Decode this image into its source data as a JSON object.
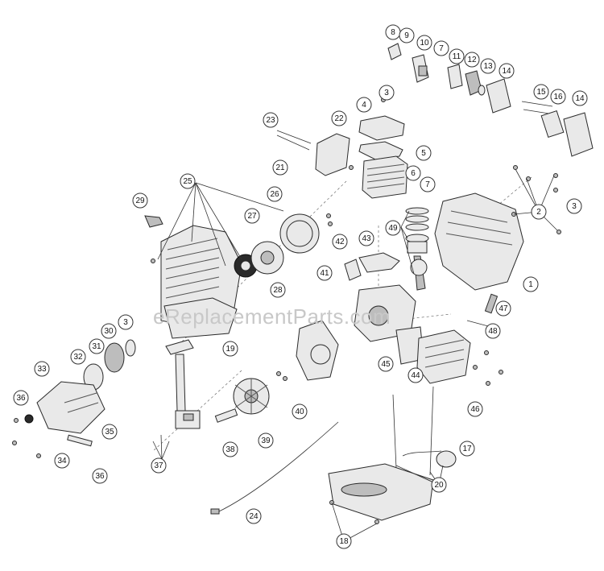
{
  "watermark": "eReplacementParts.com",
  "callouts": [
    {
      "id": "c8",
      "label": "8"
    },
    {
      "id": "c9",
      "label": "9"
    },
    {
      "id": "c10",
      "label": "10"
    },
    {
      "id": "c7a",
      "label": "7"
    },
    {
      "id": "c11",
      "label": "11"
    },
    {
      "id": "c12",
      "label": "12"
    },
    {
      "id": "c13",
      "label": "13"
    },
    {
      "id": "c14a",
      "label": "14"
    },
    {
      "id": "c15",
      "label": "15"
    },
    {
      "id": "c16",
      "label": "16"
    },
    {
      "id": "c14b",
      "label": "14"
    },
    {
      "id": "c3a",
      "label": "3"
    },
    {
      "id": "c4",
      "label": "4"
    },
    {
      "id": "c22",
      "label": "22"
    },
    {
      "id": "c23",
      "label": "23"
    },
    {
      "id": "c5",
      "label": "5"
    },
    {
      "id": "c21",
      "label": "21"
    },
    {
      "id": "c6",
      "label": "6"
    },
    {
      "id": "c7b",
      "label": "7"
    },
    {
      "id": "c25",
      "label": "25"
    },
    {
      "id": "c26",
      "label": "26"
    },
    {
      "id": "c29",
      "label": "29"
    },
    {
      "id": "c27",
      "label": "27"
    },
    {
      "id": "c49",
      "label": "49"
    },
    {
      "id": "c2",
      "label": "2"
    },
    {
      "id": "c3b",
      "label": "3"
    },
    {
      "id": "c42",
      "label": "42"
    },
    {
      "id": "c43",
      "label": "43"
    },
    {
      "id": "c41",
      "label": "41"
    },
    {
      "id": "c28",
      "label": "28"
    },
    {
      "id": "c1",
      "label": "1"
    },
    {
      "id": "c47",
      "label": "47"
    },
    {
      "id": "c3c",
      "label": "3"
    },
    {
      "id": "c30",
      "label": "30"
    },
    {
      "id": "c48",
      "label": "48"
    },
    {
      "id": "c31",
      "label": "31"
    },
    {
      "id": "c19",
      "label": "19"
    },
    {
      "id": "c32",
      "label": "32"
    },
    {
      "id": "c45",
      "label": "45"
    },
    {
      "id": "c44",
      "label": "44"
    },
    {
      "id": "c33",
      "label": "33"
    },
    {
      "id": "c36a",
      "label": "36"
    },
    {
      "id": "c40",
      "label": "40"
    },
    {
      "id": "c46",
      "label": "46"
    },
    {
      "id": "c35",
      "label": "35"
    },
    {
      "id": "c38",
      "label": "38"
    },
    {
      "id": "c39",
      "label": "39"
    },
    {
      "id": "c37",
      "label": "37"
    },
    {
      "id": "c34",
      "label": "34"
    },
    {
      "id": "c36b",
      "label": "36"
    },
    {
      "id": "c17",
      "label": "17"
    },
    {
      "id": "c20",
      "label": "20"
    },
    {
      "id": "c24",
      "label": "24"
    },
    {
      "id": "c18",
      "label": "18"
    }
  ]
}
